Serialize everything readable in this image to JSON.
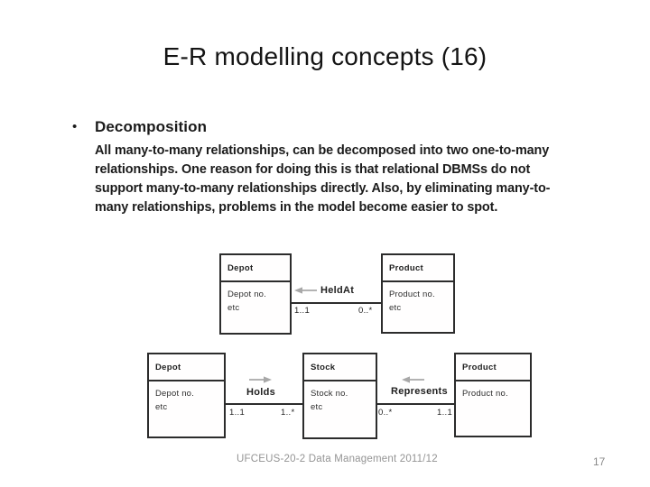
{
  "slide": {
    "title": "E-R modelling concepts (16)",
    "bullet_marker": "•",
    "heading": "Decomposition",
    "body_lines": [
      "All many-to-many relationships, can be decomposed into two one-to-many",
      "relationships. One reason for doing this is that relational DBMSs do not",
      "support many-to-many relationships directly. Also, by eliminating many-to-",
      "many relationships, problems in the model become easier to spot."
    ],
    "footer_course": "UFCEUS-20-2 Data Management 2011/12",
    "footer_page": "17"
  },
  "diagram_top": {
    "entities": [
      {
        "name": "Depot",
        "attr1": "Depot no.",
        "attr2": "etc"
      },
      {
        "name": "Product",
        "attr1": "Product no.",
        "attr2": "etc"
      }
    ],
    "relation": {
      "label": "HeldAt",
      "arrow_icon": "left-arrow-icon",
      "left_mult": "1..1",
      "right_mult": "0..*"
    }
  },
  "diagram_bottom": {
    "entities": [
      {
        "name": "Depot",
        "attr1": "Depot no.",
        "attr2": "etc"
      },
      {
        "name": "Stock",
        "attr1": "Stock no.",
        "attr2": "etc"
      },
      {
        "name": "Product",
        "attr1": "Product no.",
        "attr2": ""
      }
    ],
    "relations": [
      {
        "label": "Holds",
        "arrow_icon": "right-arrow-icon",
        "left_mult": "1..1",
        "right_mult": "1..*"
      },
      {
        "label": "Represents",
        "arrow_icon": "left-arrow-icon",
        "left_mult": "0..*",
        "right_mult": "1..1"
      }
    ]
  },
  "colors": {
    "slide_text": "#1b1b1b",
    "diagram_line": "#2c2c2c",
    "arrow_gray": "#a8a8a8",
    "footer_gray": "#949494"
  }
}
